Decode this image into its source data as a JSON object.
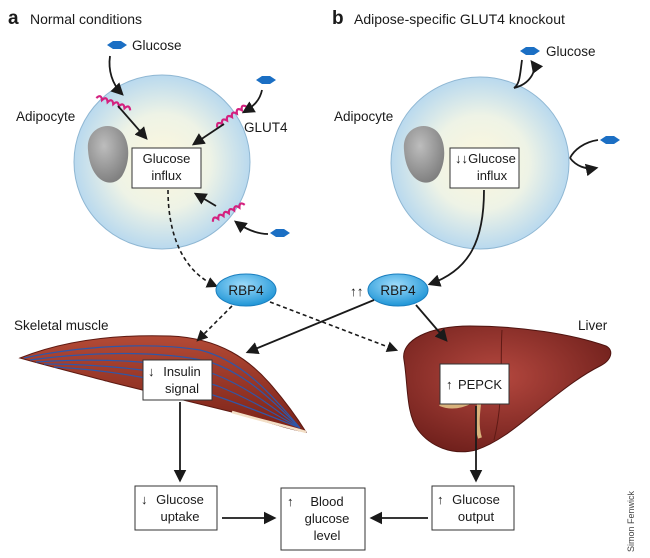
{
  "panel_a": {
    "letter": "a",
    "title": "Normal conditions"
  },
  "panel_b": {
    "letter": "b",
    "title": "Adipose-specific GLUT4 knockout"
  },
  "labels": {
    "glucose_a": "Glucose",
    "glucose_b": "Glucose",
    "adipocyte_a": "Adipocyte",
    "adipocyte_b": "Adipocyte",
    "glut4": "GLUT4",
    "rbp4_a": "RBP4",
    "rbp4_b": "RBP4",
    "skeletal_muscle": "Skeletal muscle",
    "liver": "Liver",
    "credit": "Simon Fenwick"
  },
  "boxes": {
    "influx_a": {
      "line1": "Glucose",
      "line2": "influx"
    },
    "influx_b": {
      "arrows": "↓↓",
      "line1": "Glucose",
      "line2": "influx"
    },
    "insulin": {
      "arrow": "↓",
      "line1": "Insulin",
      "line2": "signal"
    },
    "pepck": {
      "arrow": "↑",
      "line1": "PEPCK"
    },
    "uptake": {
      "arrow": "↓",
      "line1": "Glucose",
      "line2": "uptake"
    },
    "blood": {
      "arrow": "↑",
      "line1": "Blood",
      "line2": "glucose",
      "line3": "level"
    },
    "output": {
      "arrow": "↑",
      "line1": "Glucose",
      "line2": "output"
    }
  },
  "rbp4_increase": "↑↑",
  "colors": {
    "cell_fill": "#dbe9f3",
    "cell_center": "#fdf7dc",
    "nucleus": "#9a9a9a",
    "glucose": "#1b6fc4",
    "glut4": "#d4217f",
    "rbp4": "#3fa9e0",
    "muscle": "#9a3224",
    "liver": "#8f2e28"
  }
}
